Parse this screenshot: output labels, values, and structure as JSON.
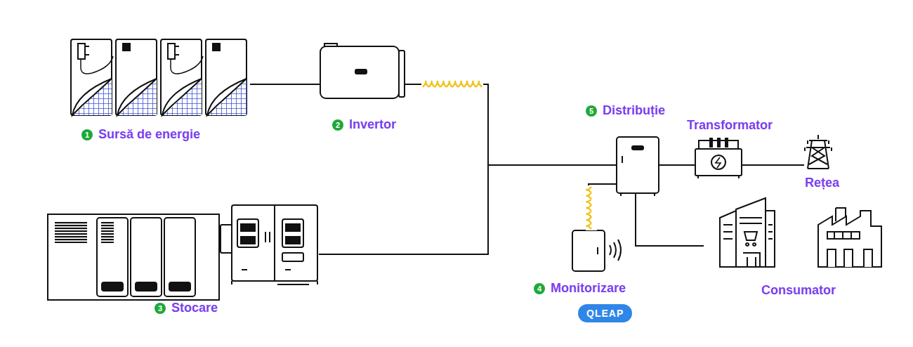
{
  "diagram": {
    "nodes": [
      {
        "text": [
          "Sursă de energie"
        ]
      },
      {
        "text": [
          "Invertor"
        ]
      },
      {
        "text": [
          "Stocare"
        ]
      },
      {
        "text": [
          "Monitorizare"
        ]
      },
      {
        "text": [
          "Distribuție"
        ]
      },
      {
        "text": [
          "Transformator"
        ]
      },
      {
        "text": [
          "Rețea"
        ]
      },
      {
        "text": [
          "Consumator"
        ]
      }
    ],
    "edges": [
      {
        "from": 0,
        "to": 1,
        "arrow": "none"
      },
      {
        "from": 1,
        "to": 4,
        "arrow": "none"
      },
      {
        "from": 2,
        "to": 4,
        "arrow": "none"
      },
      {
        "from": 3,
        "to": 4,
        "arrow": "none"
      },
      {
        "from": 4,
        "to": 5,
        "arrow": "none"
      },
      {
        "from": 5,
        "to": 6,
        "arrow": "none"
      },
      {
        "from": 4,
        "to": 7,
        "arrow": "none"
      }
    ],
    "labels": [
      "1",
      "2",
      "3",
      "4",
      "5",
      "QLEAP"
    ]
  }
}
